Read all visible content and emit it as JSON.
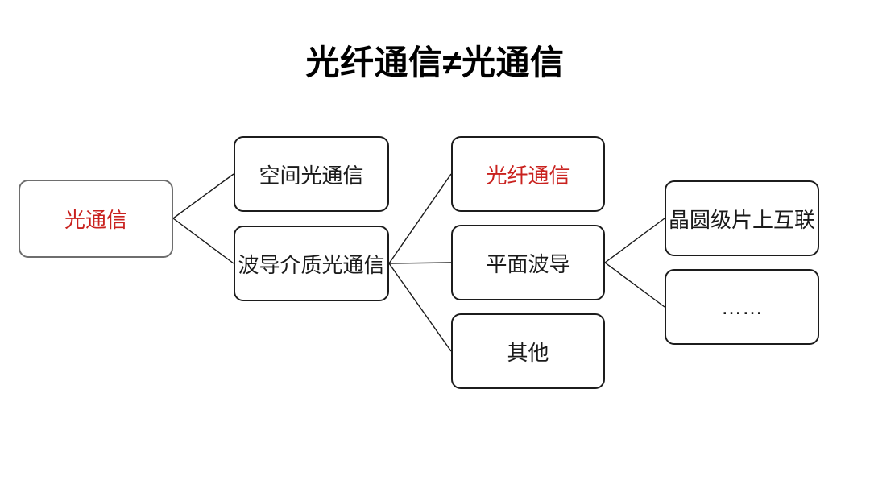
{
  "title": "光纤通信≠光通信",
  "diagram": {
    "nodes": [
      {
        "id": "optical-communication",
        "label": "光通信",
        "emphasis": "red"
      },
      {
        "id": "spatial-optical-communication",
        "label": "空间光通信",
        "emphasis": "black"
      },
      {
        "id": "waveguide-medium-optical",
        "label": "波导介质光通信",
        "emphasis": "black"
      },
      {
        "id": "fiber-optic-communication",
        "label": "光纤通信",
        "emphasis": "red"
      },
      {
        "id": "planar-waveguide",
        "label": "平面波导",
        "emphasis": "black"
      },
      {
        "id": "other",
        "label": "其他",
        "emphasis": "black"
      },
      {
        "id": "wafer-level-on-chip-interconnect",
        "label": "晶圆级片上互联",
        "emphasis": "black"
      },
      {
        "id": "ellipsis",
        "label": "……",
        "emphasis": "black"
      }
    ],
    "edges": [
      {
        "from": "光通信",
        "to": "空间光通信"
      },
      {
        "from": "光通信",
        "to": "波导介质光通信"
      },
      {
        "from": "波导介质光通信",
        "to": "光纤通信"
      },
      {
        "from": "波导介质光通信",
        "to": "平面波导"
      },
      {
        "from": "波导介质光通信",
        "to": "其他"
      },
      {
        "from": "平面波导",
        "to": "晶圆级片上互联"
      },
      {
        "from": "平面波导",
        "to": "……"
      }
    ]
  },
  "colors": {
    "highlight_red": "#c9211e",
    "text_black": "#1a1a1a",
    "node_border": "#1c1c1c",
    "root_node_border": "#6e6e6e",
    "connector": "#1a1a1a",
    "background": "#ffffff"
  }
}
